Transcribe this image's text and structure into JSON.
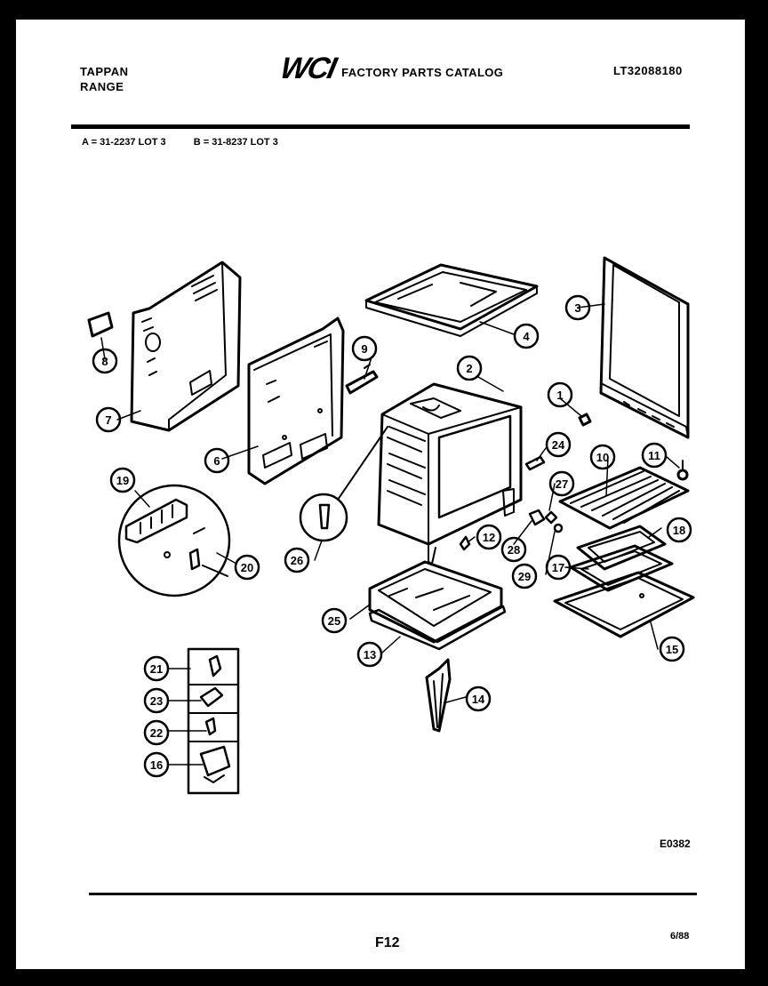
{
  "header": {
    "brand_line1": "TAPPAN",
    "brand_line2": "RANGE",
    "logo": "WCI",
    "catalog_title": "FACTORY PARTS CATALOG",
    "catalog_number": "LT32088180"
  },
  "models": {
    "a": "A = 31-2237 LOT 3",
    "b": "B = 31-8237 LOT 3"
  },
  "callouts": {
    "c1": "1",
    "c2": "2",
    "c3": "3",
    "c4": "4",
    "c6": "6",
    "c7": "7",
    "c8": "8",
    "c9": "9",
    "c10": "10",
    "c11": "11",
    "c12": "12",
    "c13": "13",
    "c14": "14",
    "c15": "15",
    "c16": "16",
    "c17": "17",
    "c18": "18",
    "c19": "19",
    "c20": "20",
    "c21": "21",
    "c22": "22",
    "c23": "23",
    "c24": "24",
    "c25": "25",
    "c26": "26",
    "c27": "27",
    "c28": "28",
    "c29": "29"
  },
  "footer": {
    "diagram_code": "E0382",
    "page": "F12",
    "date": "6/88"
  }
}
